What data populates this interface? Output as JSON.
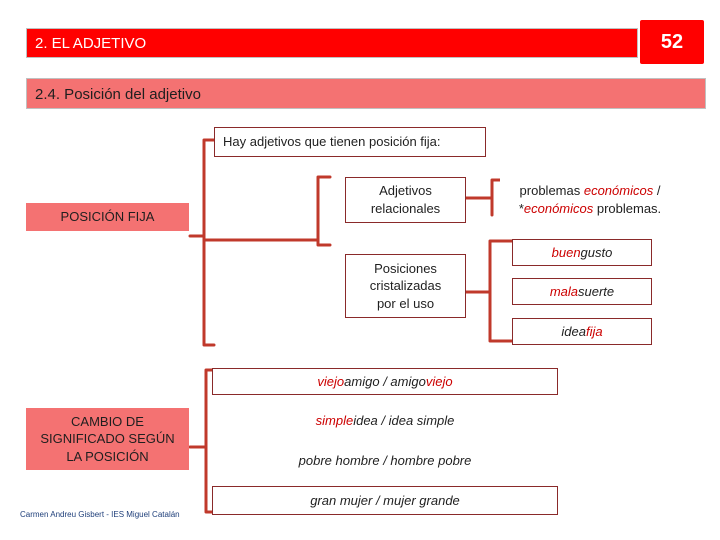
{
  "header": {
    "title": "2. EL ADJETIVO",
    "page_number": "52"
  },
  "section": {
    "title": "2.4. Posición del adjetivo"
  },
  "fixed": {
    "label": "POSICIÓN FIJA",
    "intro": "Hay adjetivos que tienen posición fija:",
    "relational": {
      "label_line1": "Adjetivos",
      "label_line2": "relacionales",
      "example_line1_a": "problemas ",
      "example_line1_b": "económicos",
      "example_line1_c": " /",
      "example_line2_a": "*",
      "example_line2_b": "económicos",
      "example_line2_c": " problemas."
    },
    "crystallized": {
      "label_line1": "Posiciones",
      "label_line2": "cristalizadas",
      "label_line3": "por el uso",
      "examples": [
        {
          "adj": "buen",
          "noun": " gusto"
        },
        {
          "adj": "mala",
          "noun": " suerte"
        },
        {
          "noun": "idea ",
          "adj": "fija"
        }
      ]
    }
  },
  "change": {
    "label_line1": "CAMBIO DE",
    "label_line2": "SIGNIFICADO SEGÚN",
    "label_line3": "LA POSICIÓN",
    "examples": [
      {
        "a": "viejo",
        "b": " amigo / amigo ",
        "c": "viejo"
      },
      {
        "a": "simple",
        "b": " idea / idea simple",
        "c": ""
      },
      {
        "a": "",
        "b": "pobre hombre / hombre pobre",
        "c": ""
      },
      {
        "a": "",
        "b": "gran mujer / mujer grande",
        "c": ""
      }
    ]
  },
  "footer": {
    "credit": "Carmen Andreu Gisbert - IES Miguel Catalán"
  },
  "colors": {
    "primary_red": "#ff0000",
    "light_red": "#f47272",
    "line_red": "#c0392b"
  }
}
